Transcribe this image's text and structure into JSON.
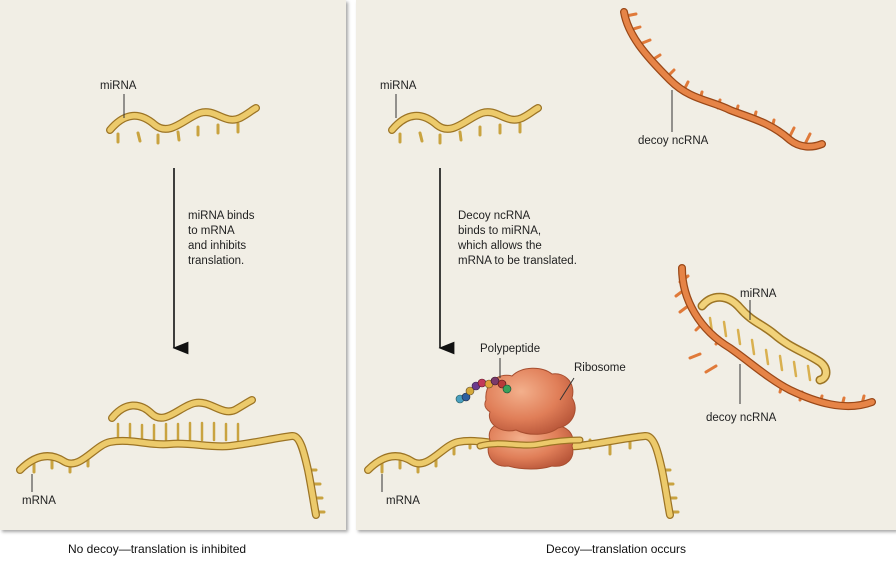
{
  "left_panel": {
    "mirna_label": "miRNA",
    "step_text": [
      "miRNA binds",
      "to mRNA",
      "and inhibits",
      "translation."
    ],
    "mrna_label": "mRNA",
    "caption": "No decoy—translation is inhibited"
  },
  "right_panel": {
    "mirna_label": "miRNA",
    "decoy_label": "decoy ncRNA",
    "step_text": [
      "Decoy ncRNA",
      "binds to miRNA,",
      "which allows the",
      "mRNA to be translated."
    ],
    "polypeptide_label": "Polypeptide",
    "ribosome_label": "Ribosome",
    "complex_mirna_label": "miRNA",
    "complex_decoy_label": "decoy ncRNA",
    "mrna_label": "mRNA",
    "caption": "Decoy—translation occurs"
  },
  "colors": {
    "panel_bg": "#f1eee5",
    "mirna": "#e9c766",
    "mrna": "#e2b656",
    "decoy": "#e07a3a",
    "ribosome": "#e0805a"
  }
}
